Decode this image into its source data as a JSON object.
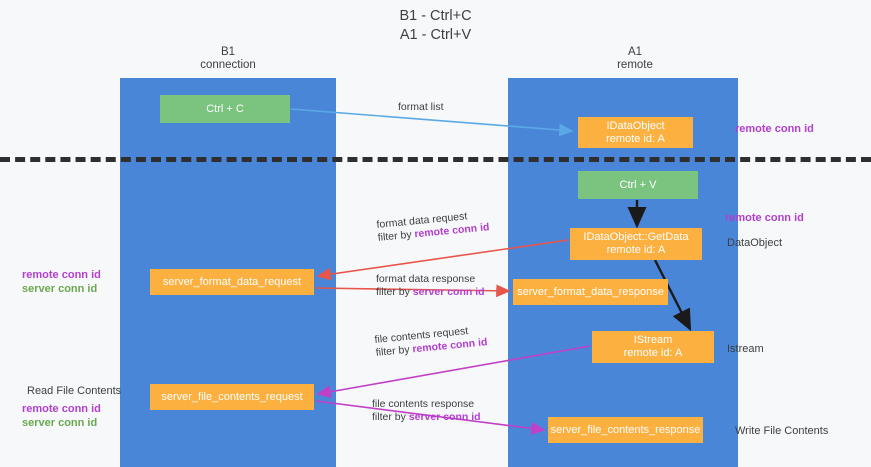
{
  "title": {
    "line1": "B1 - Ctrl+C",
    "line2": "A1 - Ctrl+V"
  },
  "colors": {
    "lane": "#4a86d8",
    "node_orange": "#fbb040",
    "node_green": "#7bc47f",
    "purple_label": "#b23fcf",
    "green_label": "#6aa84f",
    "arrow_blue": "#5aa9e6",
    "arrow_red": "#e8554b",
    "arrow_magenta": "#c councillor",
    "arrow_black": "#1a1a1a",
    "divider": "#2f2f2f",
    "background": "#f7f8f9"
  },
  "columns": [
    {
      "id": "b1",
      "line1": "B1",
      "line2": "connection"
    },
    {
      "id": "a1",
      "line1": "A1",
      "line2": "remote"
    }
  ],
  "nodes": [
    {
      "id": "ctrl-c",
      "line1": "Ctrl + C",
      "line2": "",
      "style": "green"
    },
    {
      "id": "idataobject",
      "line1": "IDataObject",
      "line2": "remote id: A",
      "style": "orange"
    },
    {
      "id": "ctrl-v",
      "line1": "Ctrl + V",
      "line2": "",
      "style": "green"
    },
    {
      "id": "getdata",
      "line1": "IDataObject::GetData",
      "line2": "remote id: A",
      "style": "orange"
    },
    {
      "id": "format-req",
      "line1": "server_format_data_request",
      "line2": "",
      "style": "orange"
    },
    {
      "id": "format-resp",
      "line1": "server_format_data_response",
      "line2": "",
      "style": "orange"
    },
    {
      "id": "istream",
      "line1": "IStream",
      "line2": "remote id: A",
      "style": "orange"
    },
    {
      "id": "file-req",
      "line1": "server_file_contents_request",
      "line2": "",
      "style": "orange"
    },
    {
      "id": "file-resp",
      "line1": "server_file_contents_response",
      "line2": "",
      "style": "orange"
    }
  ],
  "edge_labels": [
    {
      "id": "format-list",
      "line1": "format list",
      "line2": "",
      "line2_plain": "",
      "line2_accent": ""
    },
    {
      "id": "format-data-request",
      "line1": "format data request",
      "line2_plain": "filter by ",
      "line2_accent": "remote conn id"
    },
    {
      "id": "format-data-response",
      "line1": "format data response",
      "line2_plain": "filter by ",
      "line2_accent": "server conn id"
    },
    {
      "id": "file-contents-request",
      "line1": "file contents request",
      "line2_plain": "filter by ",
      "line2_accent": "remote conn id"
    },
    {
      "id": "file-contents-response",
      "line1": "file contents response",
      "line2_plain": "filter by ",
      "line2_accent": "server conn id"
    }
  ],
  "side_labels": {
    "remote_conn_id_top": "remote conn id",
    "remote_conn_id_mid": "remote conn id",
    "data_object": "DataObject",
    "istream": "Istream",
    "write_file_contents": "Write File Contents",
    "read_file_contents": "Read File Contents",
    "left_ids_mid": {
      "remote": "remote conn id",
      "server": "server conn id"
    },
    "left_ids_bottom": {
      "remote": "remote conn id",
      "server": "server conn id"
    }
  }
}
